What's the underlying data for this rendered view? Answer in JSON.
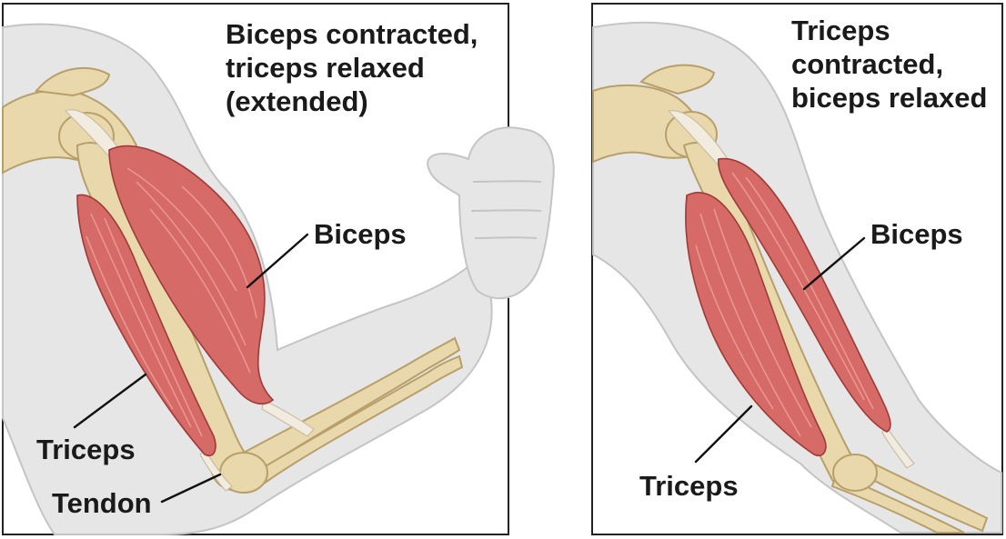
{
  "left_panel": {
    "title_lines": [
      "Biceps contracted,",
      "triceps relaxed",
      "(extended)"
    ],
    "labels": {
      "biceps": "Biceps",
      "triceps": "Triceps",
      "tendon": "Tendon"
    }
  },
  "right_panel": {
    "title_lines": [
      "Triceps",
      "contracted,",
      "biceps relaxed"
    ],
    "labels": {
      "biceps": "Biceps",
      "triceps": "Triceps"
    }
  }
}
